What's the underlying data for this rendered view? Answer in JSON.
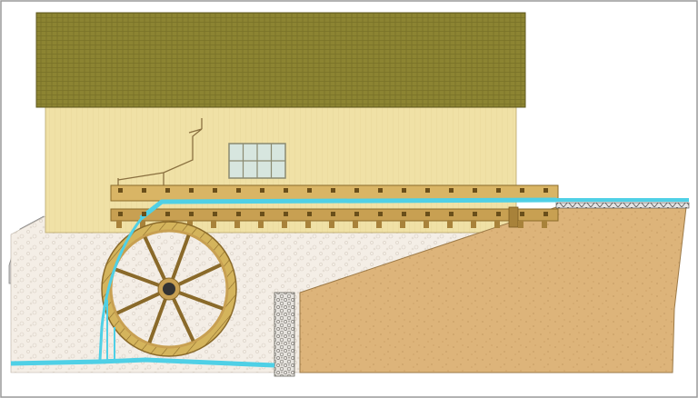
{
  "diagram": {
    "subject": "watermill-elevation",
    "elements": [
      "roof",
      "mill-house-wall",
      "window",
      "sluice-lever",
      "flume",
      "water-channel",
      "water-wheel",
      "wheel-hub",
      "stone-foundation",
      "gravel-wall",
      "earth-embankment",
      "side-shed",
      "tailrace-water"
    ],
    "wheel": {
      "spokes": 8
    },
    "window": {
      "panes": 8
    }
  },
  "colors": {
    "roof": "#8c8432",
    "wall": "#f0e1a6",
    "wood": "#c8a052",
    "wood_dark": "#8a6a2a",
    "water": "#4fd0e6",
    "earth": "#ddb47a",
    "stone": "#f2ece4",
    "frame_border": "#999999"
  }
}
